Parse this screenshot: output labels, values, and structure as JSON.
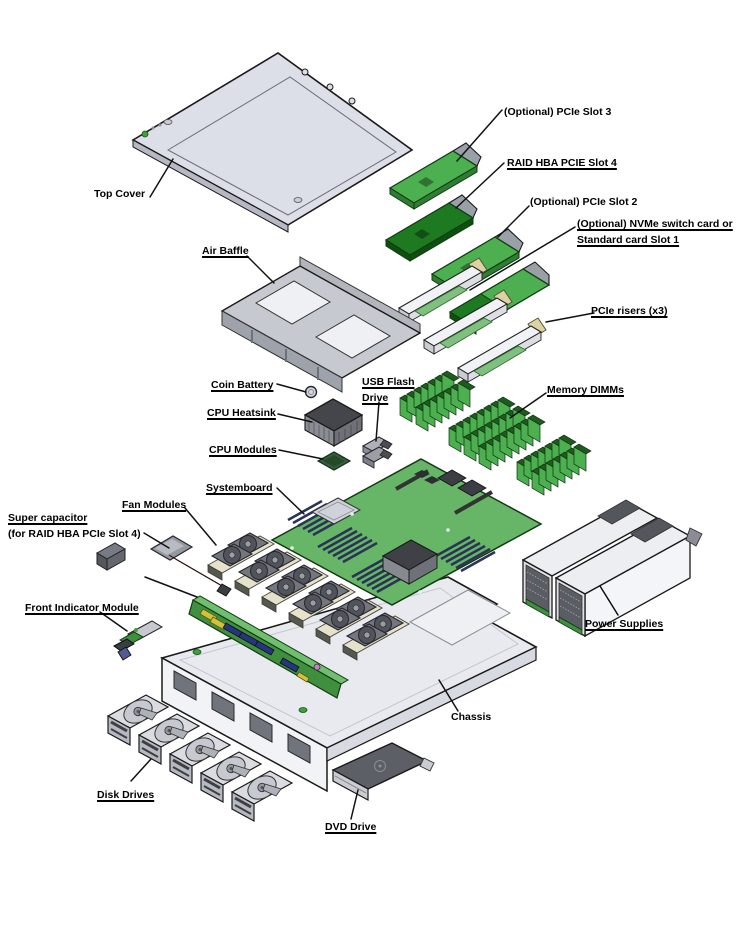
{
  "labels": {
    "top_cover": "Top Cover",
    "pcie_slot3": "(Optional) PCIe Slot 3",
    "raid_hba_slot4": "RAID HBA PCIE Slot 4",
    "pcie_slot2": "(Optional) PCIe Slot 2",
    "nvme_switch_line1": "(Optional) NVMe switch card or",
    "nvme_switch_line2": "Standard card Slot 1",
    "air_baffle": "Air Baffle",
    "pcie_risers": "PCIe risers (x3)",
    "coin_battery": "Coin Battery",
    "usb_flash_line1": "USB Flash",
    "usb_flash_line2": "Drive",
    "memory_dimms": "Memory DIMMs",
    "cpu_heatsink": "CPU Heatsink",
    "cpu_modules": "CPU Modules",
    "systemboard": "Systemboard",
    "fan_modules": "Fan Modules",
    "super_capacitor_line1": "Super capacitor",
    "super_capacitor_line2": "(for RAID HBA PCIe Slot 4)",
    "front_indicator_module": "Front Indicator Module",
    "power_supplies": "Power Supplies",
    "chassis": "Chassis",
    "disk_drives": "Disk Drives",
    "dvd_drive": "DVD Drive"
  },
  "colors": {
    "card-green": "#4caf50",
    "card-green-dark": "#2e7d32",
    "raid-green": "#1d7a20",
    "raid-green-dark": "#0e4f10",
    "board-green": "#67b567",
    "dimm-green": "#1e5c1e",
    "backplane-green": "#3f8f3f",
    "metal-light": "#e9eaef",
    "metal-mid": "#c6c9cf",
    "metal-dark": "#70747c",
    "outline": "#1a1a1a",
    "cable-maroon": "#7d2a2a",
    "connector-blue": "#26357f",
    "connector-yellow": "#d2c238",
    "bracket-tan": "#ddd3a0",
    "led-green": "#3aa335"
  }
}
